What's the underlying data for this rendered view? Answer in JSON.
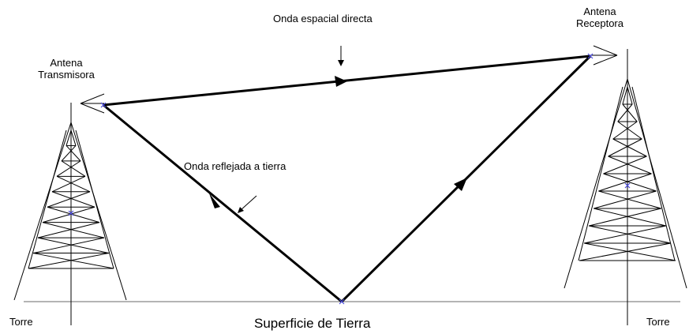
{
  "labels": {
    "direct_wave": "Onda espacial directa",
    "reflected_wave": "Onda reflejada a tierra",
    "tx_antenna_line1": "Antena",
    "tx_antenna_line2": "Transmisora",
    "rx_antenna_line1": "Antena",
    "rx_antenna_line2": "Receptora",
    "ground": "Superficie de Tierra",
    "tower_left": "Torre",
    "tower_right": "Torre"
  },
  "colors": {
    "line": "#000000",
    "point_marker": "#4a4adf",
    "ground_line": "#888888"
  }
}
